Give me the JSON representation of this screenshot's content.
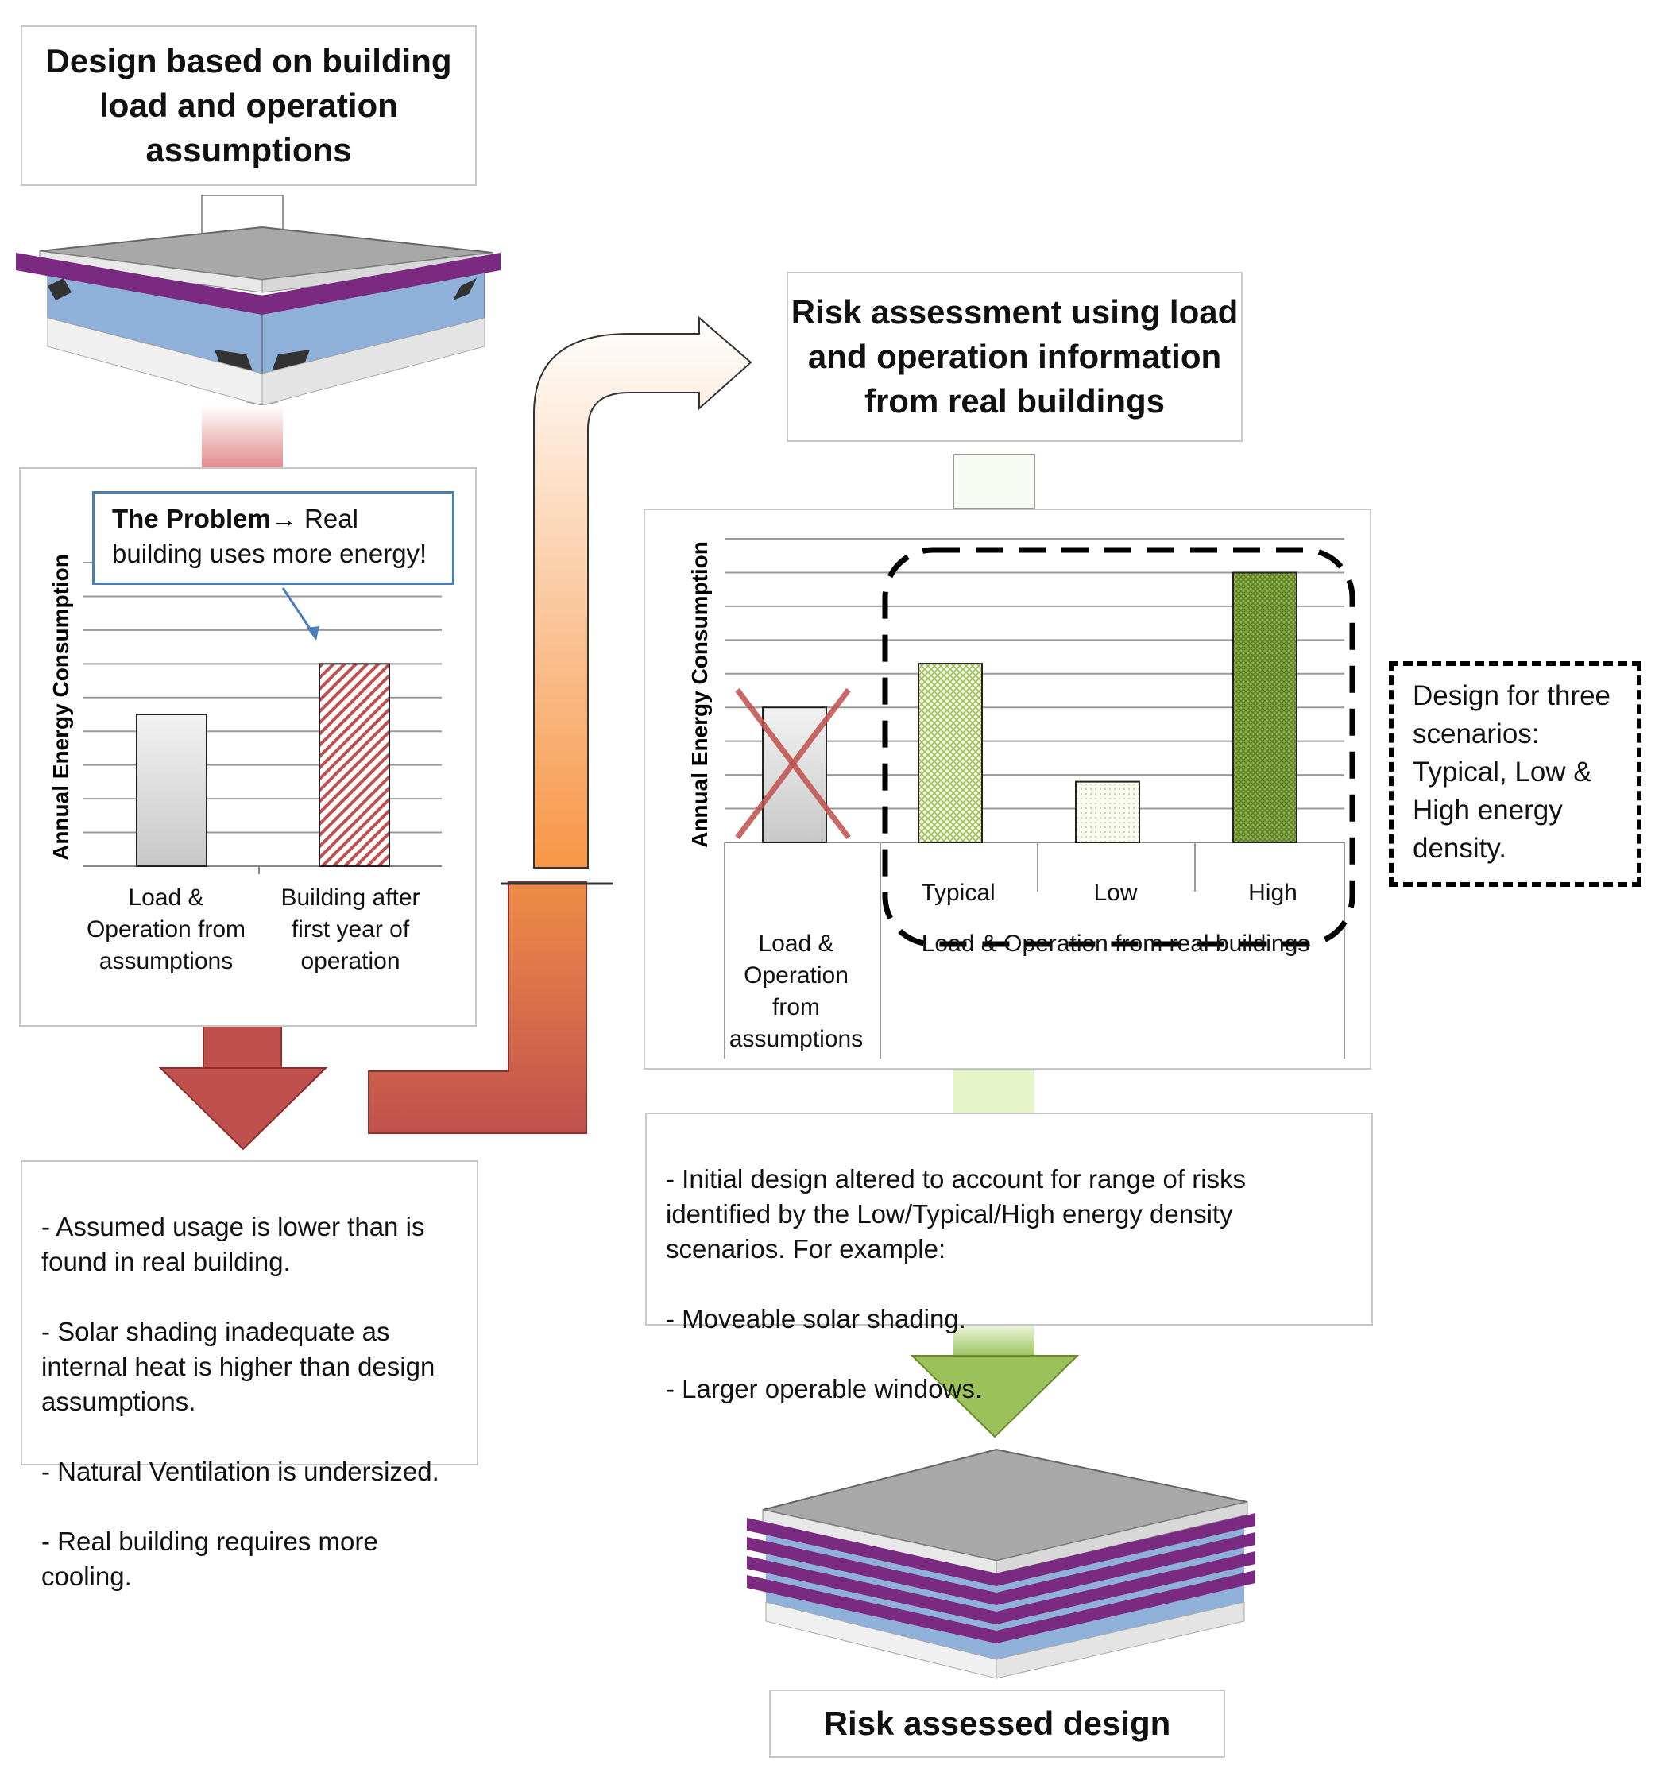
{
  "step1": {
    "title": "Design based on building\nload and operation\nassumptions"
  },
  "chart1": {
    "ylabel": "Annual Energy Consumption",
    "callout_bold": "The Problem",
    "callout_arrow": "→",
    "callout_text": " Real building uses more energy!",
    "categories": [
      "Load &\nOperation from\nassumptions",
      "Building after\nfirst year of\noperation"
    ]
  },
  "notes1": {
    "lines": [
      "- Assumed usage is lower than  is found in real building.",
      "- Solar shading inadequate as internal heat is higher than design assumptions.",
      "- Natural Ventilation is undersized.",
      "- Real building requires more cooling."
    ]
  },
  "step2": {
    "title": "Risk assessment using load\nand operation information\nfrom real buildings"
  },
  "chart2": {
    "ylabel": "Annual Energy Consumption",
    "categories": [
      "Typical",
      "Low",
      "High"
    ],
    "group_label": "Load & Operation from real buildings",
    "baseline_label": "Load &\nOperation\nfrom\nassumptions"
  },
  "scenarios": {
    "text": "Design for three scenarios: Typical, Low & High energy density."
  },
  "notes2": {
    "lines": [
      "- Initial design altered to account for range of risks identified by the Low/Typical/High energy density scenarios. For example:",
      "- Moveable solar shading.",
      "- Larger operable windows."
    ]
  },
  "step3": {
    "title": "Risk assessed design"
  },
  "chart_data": [
    {
      "type": "bar",
      "title": "",
      "xlabel": "",
      "ylabel": "Annual Energy Consumption",
      "categories": [
        "Load & Operation from assumptions",
        "Building after first year of operation"
      ],
      "values": [
        4.5,
        6
      ],
      "ylim": [
        0,
        9
      ],
      "grid": true
    },
    {
      "type": "bar",
      "title": "",
      "xlabel": "",
      "ylabel": "Annual Energy Consumption",
      "categories": [
        "Load & Operation from assumptions",
        "Typical",
        "Low",
        "High"
      ],
      "values": [
        4,
        5.3,
        1.8,
        8
      ],
      "ylim": [
        0,
        9
      ],
      "grid": true
    }
  ],
  "colors": {
    "problem_red": "#c0504d",
    "shade_purple": "#7a2a80",
    "glass_blue": "#8fb0d9",
    "green": "#8db347",
    "orange": "#f79646",
    "callout_blue": "#4a7ebb"
  }
}
